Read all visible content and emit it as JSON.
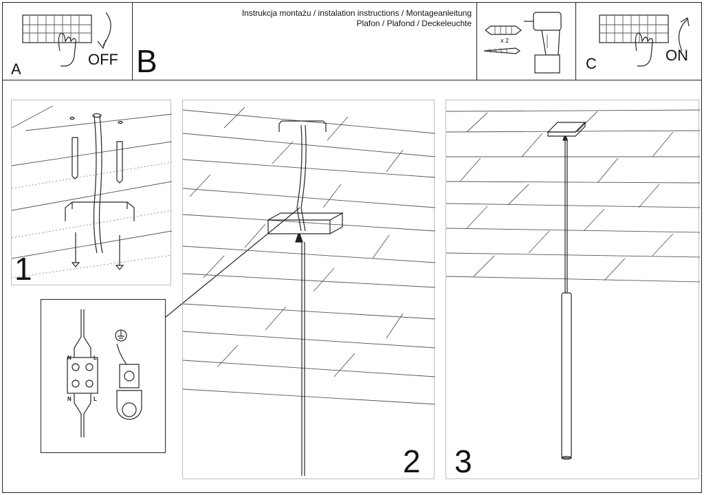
{
  "header": {
    "title_line1": "Instrukcja montażu / instalation instructions / Montageanleitung",
    "title_line2": "Plafon / Plafond / Deckeleuchte"
  },
  "panel_a": {
    "letter": "A",
    "state_label": "OFF"
  },
  "panel_b": {
    "letter": "B",
    "quantity_label": "x 2"
  },
  "panel_c": {
    "letter": "C",
    "state_label": "ON"
  },
  "steps": [
    {
      "number": "1"
    },
    {
      "number": "2"
    },
    {
      "number": "3"
    }
  ],
  "wiring": {
    "neutral_label": "N",
    "live_label": "L"
  },
  "icons": {
    "circuit_breaker": "circuit-breaker-icon",
    "drill": "drill-icon",
    "ground": "ground-symbol-icon"
  }
}
